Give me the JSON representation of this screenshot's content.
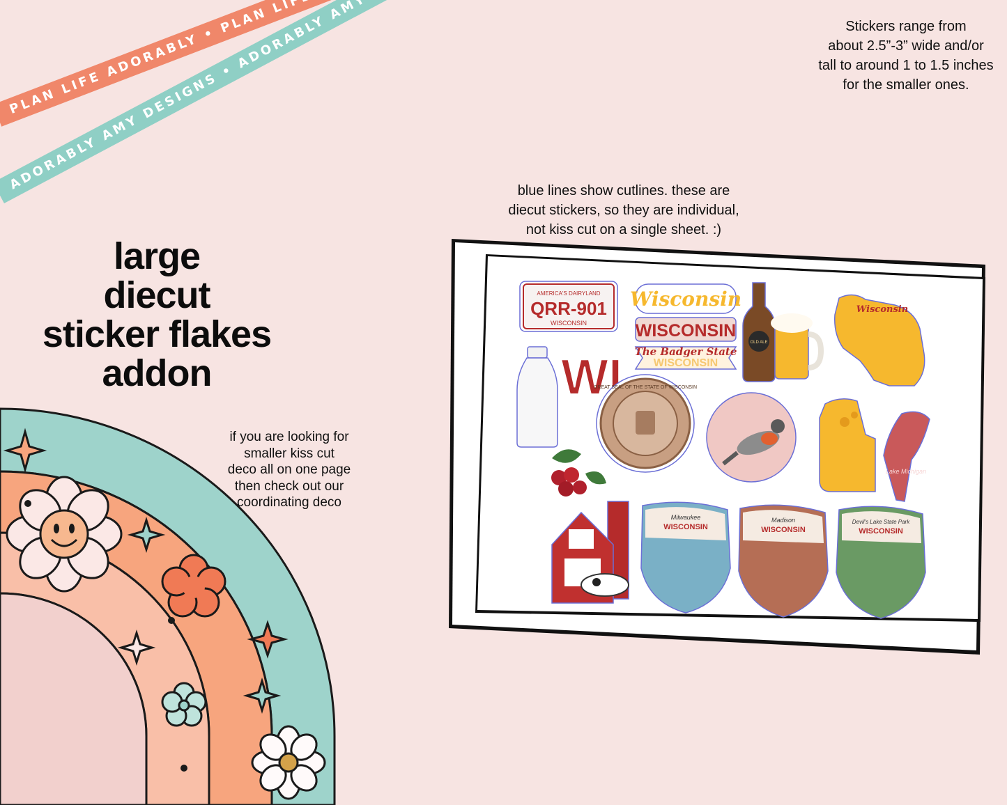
{
  "ribbons": {
    "orange_text": "PLAN LIFE ADORABLY • PLAN LIFE ADORABLY • PLAN LIFE ADORABLY",
    "teal_text": "ADORABLY AMY DESIGNS • ADORABLY AMY DESIGNS • ADORABLY AMY DESIGNS"
  },
  "size_note": [
    "Stickers range from",
    "about 2.5”-3” wide and/or",
    "tall to around 1 to 1.5 inches",
    "for the smaller ones."
  ],
  "cutline_note": [
    "blue lines show cutlines.  these are",
    "diecut stickers, so they are individual,",
    "not kiss cut on a single sheet. :)"
  ],
  "headline": [
    "large",
    "diecut",
    "sticker flakes",
    "addon"
  ],
  "deco_note": [
    "if you are looking for",
    "smaller kiss cut",
    "deco all on one page",
    "then check out our",
    "coordinating deco"
  ],
  "stickers": {
    "plate_top": "AMERICA'S DAIRYLAND",
    "plate_number": "QRR-901",
    "plate_bottom": "WISCONSIN",
    "script_title": "Wisconsin",
    "block_title": "WISCONSIN",
    "badger_line": "The Badger State",
    "badger_sub": "WISCONSIN",
    "beer_label": "OLD ALE",
    "map_label": "Wisconsin",
    "wi_letters": "WI",
    "seal_text": "GREAT SEAL OF THE STATE OF WISCONSIN",
    "lake_label": "Lake Michigan",
    "badge1_city": "Milwaukee",
    "badge1_state": "WISCONSIN",
    "badge2_city": "Madison",
    "badge2_state": "WISCONSIN",
    "badge3_city": "Devil's Lake State Park",
    "badge3_state": "WISCONSIN"
  },
  "colors": {
    "background": "#f7e4e2",
    "ribbon_orange": "#f0876a",
    "ribbon_teal": "#8fcfc5",
    "wisconsin_red": "#b52b2b",
    "cheese_yellow": "#f6b82e",
    "cutline_blue": "#6b6fd6"
  }
}
